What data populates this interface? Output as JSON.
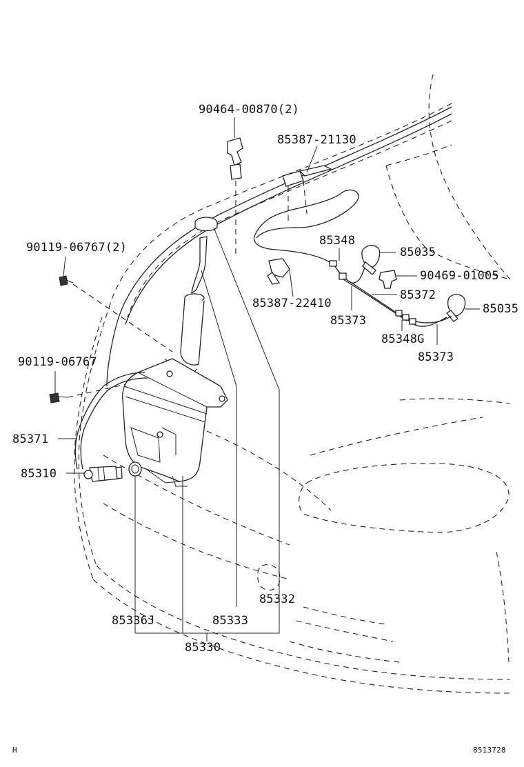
{
  "parts": {
    "p90464": "90464-00870(2)",
    "p85387_21130": "85387-21130",
    "p90119_2": "90119-06767(2)",
    "p85348": "85348",
    "p85035_a": "85035",
    "p90469": "90469-01005",
    "p85372": "85372",
    "p85387_22410": "85387-22410",
    "p85373_a": "85373",
    "p85035_b": "85035",
    "p85348G": "85348G",
    "p85373_b": "85373",
    "p90119": "90119-06767",
    "p85371": "85371",
    "p85310": "85310",
    "p85332": "85332",
    "p85336J": "85336J",
    "p85333": "85333",
    "p85330": "85330"
  },
  "footer": {
    "left": "H",
    "right": "8513728"
  }
}
